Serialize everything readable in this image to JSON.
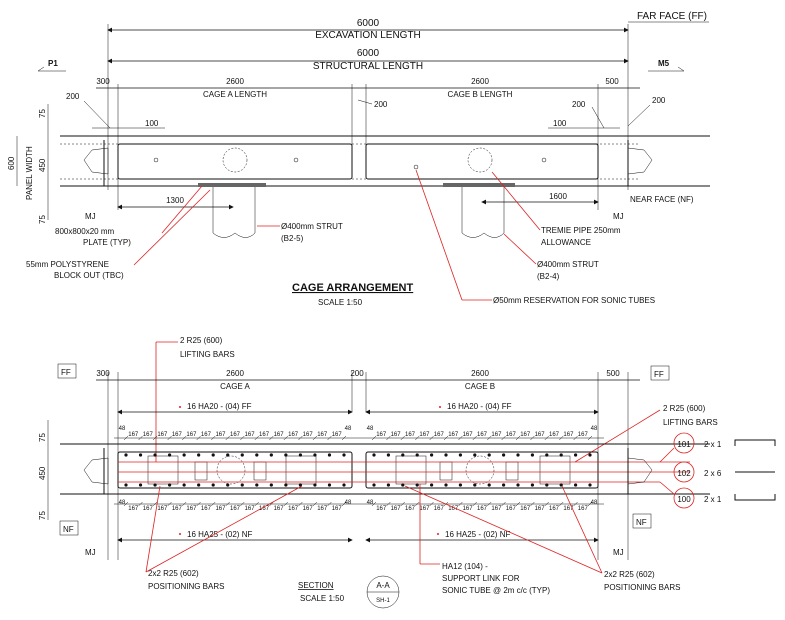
{
  "top": {
    "excavation_dim": "6000",
    "excavation_label": "EXCAVATION LENGTH",
    "far_face": "FAR FACE (FF)",
    "structural_dim": "6000",
    "structural_label": "STRUCTURAL LENGTH",
    "p1": "P1",
    "m5": "M5",
    "dim_300": "300",
    "dim_2600_a": "2600",
    "cage_a_length": "CAGE A LENGTH",
    "dim_2600_b": "2600",
    "cage_b_length": "CAGE B LENGTH",
    "dim_500": "500",
    "dim_200_a": "200",
    "dim_200_mid": "200",
    "dim_200_b": "200",
    "dim_200_c": "200",
    "dim_100_a": "100",
    "dim_100_b": "100",
    "dim_75_top": "75",
    "dim_450": "450",
    "dim_600": "600",
    "panel_width": "PANEL WIDTH",
    "dim_75_bot": "75",
    "near_face": "NEAR FACE (NF)",
    "dim_1300": "1300",
    "dim_1600": "1600",
    "mj_left": "MJ",
    "mj_right": "MJ",
    "plate_1": "800x800x20 mm",
    "plate_2": "PLATE (TYP)",
    "poly_1": "55mm POLYSTYRENE",
    "poly_2": "BLOCK OUT (TBC)",
    "strut_a_1": "Ø400mm STRUT",
    "strut_a_2": "(B2-5)",
    "tremie_1": "TREMIE PIPE 250mm",
    "tremie_2": "ALLOWANCE",
    "strut_b_1": "Ø400mm STRUT",
    "strut_b_2": "(B2-4)",
    "sonic": "Ø50mm RESERVATION FOR SONIC TUBES",
    "title": "CAGE ARRANGEMENT",
    "scale": "SCALE 1:50"
  },
  "section": {
    "lifting_a_1": "2 R25 (600)",
    "lifting_a_2": "LIFTING BARS",
    "ff_left": "FF",
    "ff_right": "FF",
    "dim_300": "300",
    "dim_2600_a": "2600",
    "cage_a": "CAGE A",
    "dim_200": "200",
    "dim_2600_b": "2600",
    "cage_b": "CAGE B",
    "dim_500": "500",
    "ff_bars_a": "16 HA20 - (04) FF",
    "ff_bars_b": "16 HA20 - (04) FF",
    "lifting_b_1": "2 R25 (600)",
    "lifting_b_2": "LIFTING BARS",
    "spacing_48": "48",
    "spacing_167": "167",
    "dim_75_top": "75",
    "dim_450": "450",
    "dim_75_bot": "75",
    "nf_left": "NF",
    "nf_right": "NF",
    "nf_bars_a": "16 HA25 - (02) NF",
    "nf_bars_b": "16 HA25 - (02) NF",
    "mj_left": "MJ",
    "mj_right": "MJ",
    "pos_a_1": "2x2 R25 (602)",
    "pos_a_2": "POSITIONING  BARS",
    "title": "SECTION",
    "scale": "SCALE 1:50",
    "sect_top": "A-A",
    "sect_bot": "SH-1",
    "ha12_1": "HA12 (104) -",
    "ha12_2": "SUPPORT LINK FOR",
    "ha12_3": "SONIC TUBE @ 2m c/c (TYP)",
    "pos_b_1": "2x2 R25 (602)",
    "pos_b_2": "POSITIONING  BARS",
    "mark_101": "101",
    "mark_101_qty": "2 x 1",
    "mark_102": "102",
    "mark_102_qty": "2 x 6",
    "mark_100": "100",
    "mark_100_qty": "2 x 1"
  },
  "colors": {
    "leader": "#dd2222",
    "line": "#111111",
    "plate": "#666666"
  }
}
